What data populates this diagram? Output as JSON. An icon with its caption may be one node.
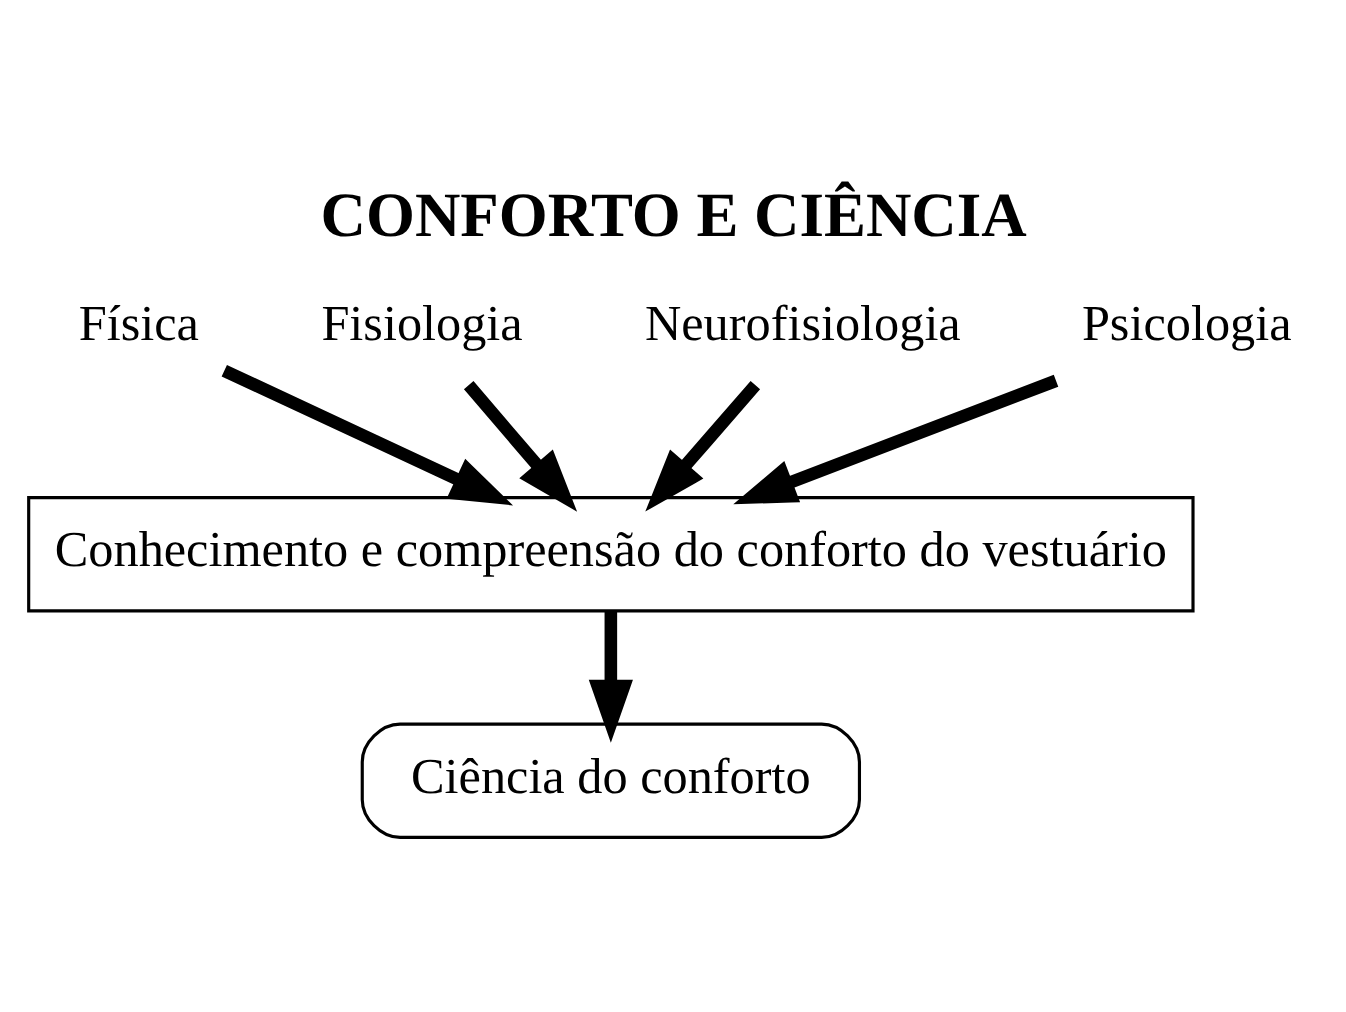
{
  "diagram": {
    "title": "CONFORTO E CIÊNCIA",
    "nodes": [
      {
        "text": [
          "Física"
        ]
      },
      {
        "text": [
          "Fisiologia"
        ]
      },
      {
        "text": [
          "Neurofisiologia"
        ]
      },
      {
        "text": [
          "Psicologia"
        ]
      },
      {
        "text": [
          "Conhecimento e compreensão do conforto do vestuário"
        ]
      },
      {
        "text": [
          "Ciência do conforto"
        ]
      }
    ],
    "edges": [
      {
        "from": 0,
        "to": 4,
        "arrow": "to"
      },
      {
        "from": 1,
        "to": 4,
        "arrow": "to"
      },
      {
        "from": 2,
        "to": 4,
        "arrow": "to"
      },
      {
        "from": 3,
        "to": 4,
        "arrow": "to"
      },
      {
        "from": 4,
        "to": 5,
        "arrow": "to"
      }
    ]
  }
}
